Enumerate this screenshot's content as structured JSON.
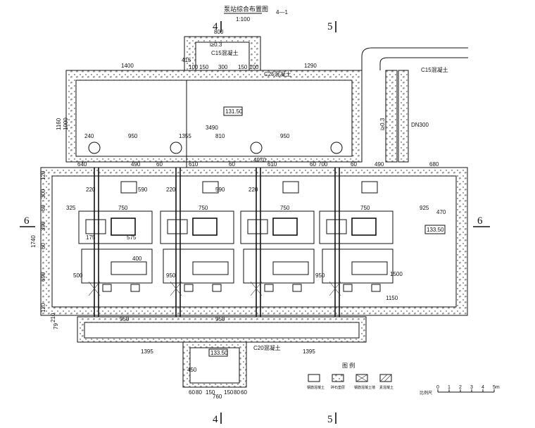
{
  "title": "泵站综合布置图",
  "scale_text": "1:100",
  "section_ref": "4—1",
  "section_labels": {
    "s4": "4",
    "s5": "5",
    "s6": "6"
  },
  "hatch_texts": {
    "c25": "C25混凝土",
    "c15a": "C15混凝土",
    "c15b": "C15混凝土",
    "c20": "C20混凝土",
    "note": "i≥0.3"
  },
  "elevations": {
    "e1": "131.50",
    "e2": "133.50",
    "e3": "133.50"
  },
  "pipe": {
    "dn": "DN300",
    "slope": "i≥0.3"
  },
  "dims_top": [
    "800",
    "415",
    "100",
    "150",
    "300",
    "150",
    "100",
    "1400",
    "1290"
  ],
  "dims_row2": [
    "240",
    "950",
    "1355",
    "810",
    "950",
    "3490"
  ],
  "dims_row3": [
    "640",
    "490",
    "60",
    "610",
    "60",
    "610",
    "60",
    "700",
    "60",
    "490",
    "680",
    "4970"
  ],
  "dims_left": [
    "120",
    "300",
    "60",
    "390",
    "60",
    "690",
    "120",
    "1740",
    "1160",
    "1000",
    "79",
    "210"
  ],
  "dims_mid": [
    "220",
    "590",
    "220",
    "590",
    "220",
    "750",
    "750",
    "750",
    "750",
    "325",
    "925",
    "470",
    "175",
    "575",
    "400",
    "500",
    "950",
    "950",
    "1500",
    "1150"
  ],
  "dims_bottom": [
    "950",
    "950",
    "1395",
    "1395",
    "450",
    "760",
    "60",
    "80",
    "150",
    "150",
    "80",
    "60"
  ],
  "legend": {
    "title": "图 例",
    "items": [
      "钢筋混凝土",
      "碎石垫层",
      "钢筋混凝土墙",
      "素混凝土"
    ]
  },
  "scale_bar": {
    "label": "比例尺",
    "ticks": [
      "0",
      "1",
      "2",
      "3",
      "4",
      "5m"
    ]
  }
}
